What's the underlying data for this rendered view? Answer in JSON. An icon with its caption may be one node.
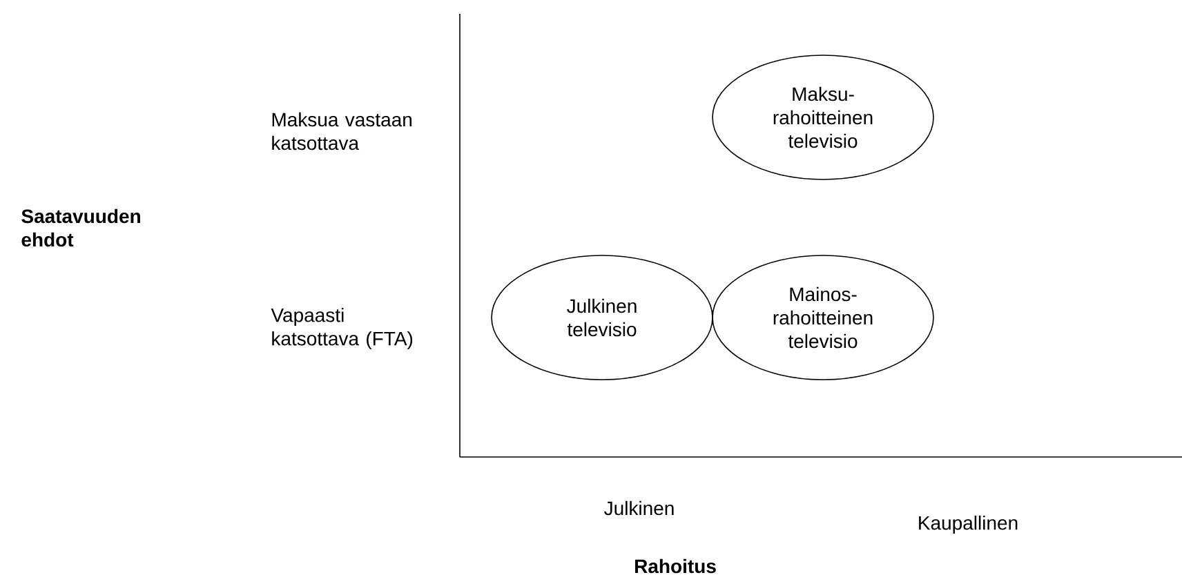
{
  "diagram": {
    "nodes": [
      {
        "text": [
          "Maksu-rahoitteinen televisio"
        ]
      },
      {
        "text": [
          "Julkinen televisio"
        ]
      },
      {
        "text": [
          "Mainos-rahoitteinen televisio"
        ]
      }
    ],
    "labels": [
      "Maksua vastaan katsottava",
      "Saatavuuden ehdot",
      "Vapaasti katsottava (FTA)",
      "Julkinen",
      "Kaupallinen",
      "Rahoitus"
    ]
  }
}
